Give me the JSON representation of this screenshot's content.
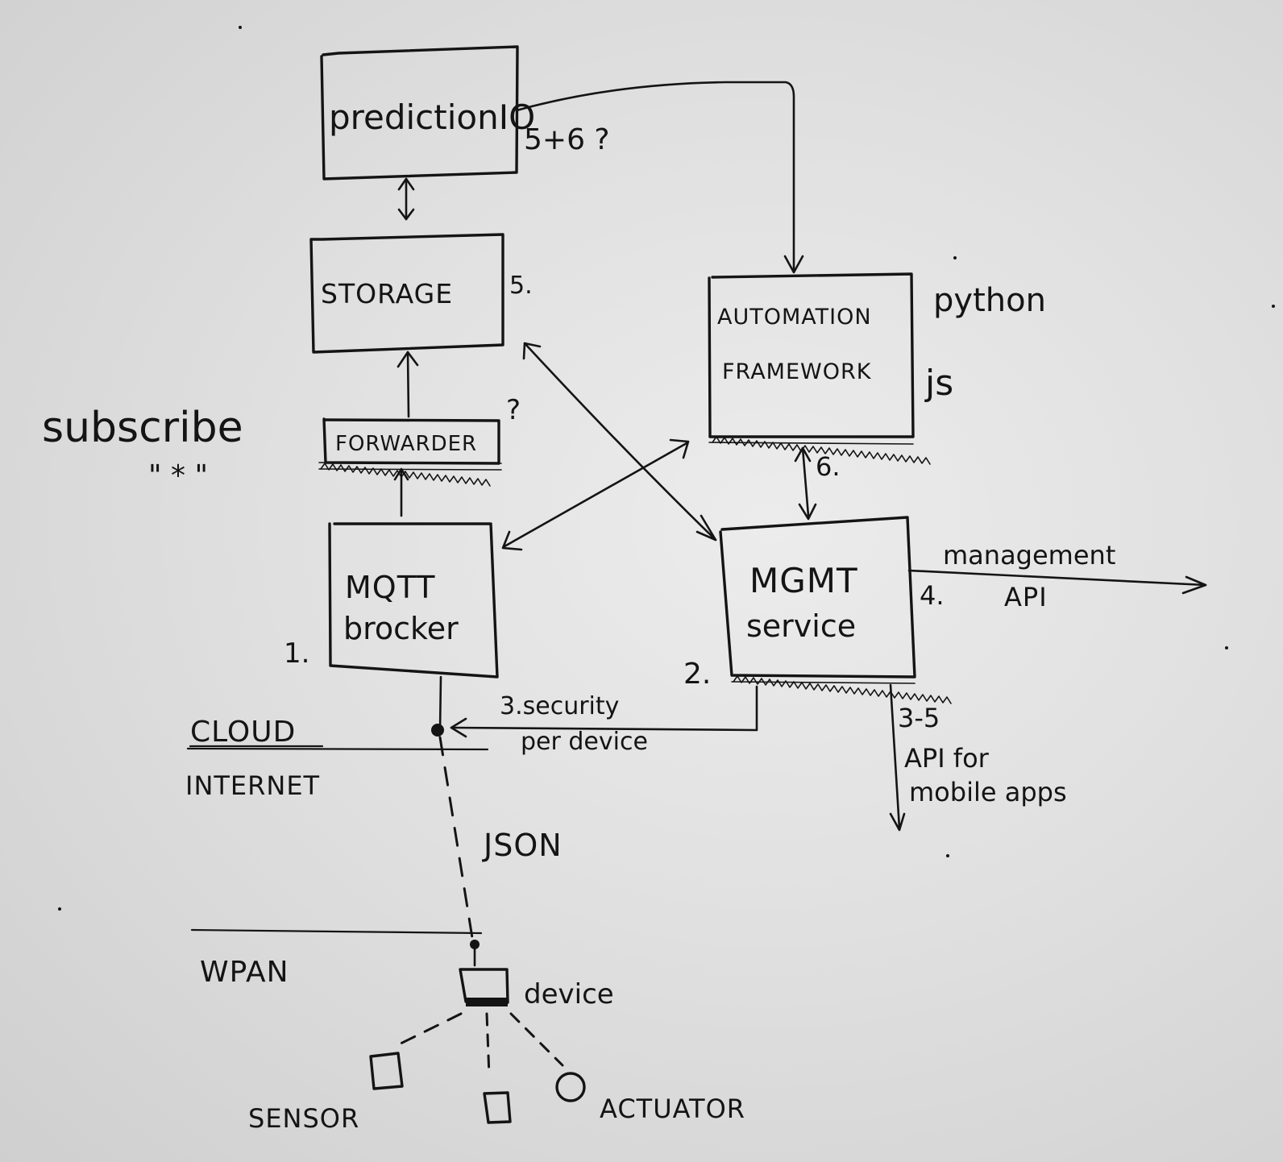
{
  "boxes": {
    "prediction_io": "predictionIO",
    "storage": "STORAGE",
    "automation_line1": "AUTOMATION",
    "automation_line2": "FRAMEWORK",
    "forwarder": "FORWARDER",
    "mqtt_line1": "MQTT",
    "mqtt_line2": "brocker",
    "mgmt_line1": "MGMT",
    "mgmt_line2": "service"
  },
  "annotations": {
    "prediction_step": "5+6 ?",
    "storage_step": "5.",
    "forwarder_question": "?",
    "automation_step": "6.",
    "mqtt_step": "1.",
    "mgmt_step": "2.",
    "management_api_step": "4.",
    "mobile_api_step": "3-5",
    "python": "python",
    "js": "js",
    "subscribe": "subscribe",
    "subscribe_topic": "\" * \"",
    "security_line1": "3.security",
    "security_line2": "per device",
    "management_line1": "management",
    "management_line2": "API",
    "mobile_line1": "API for",
    "mobile_line2": "mobile apps",
    "json": "JSON"
  },
  "zones": {
    "cloud": "CLOUD",
    "internet": "INTERNET",
    "wpan": "WPAN"
  },
  "devices": {
    "device": "device",
    "sensor": "SENSOR",
    "actuator": "ACTUATOR"
  }
}
